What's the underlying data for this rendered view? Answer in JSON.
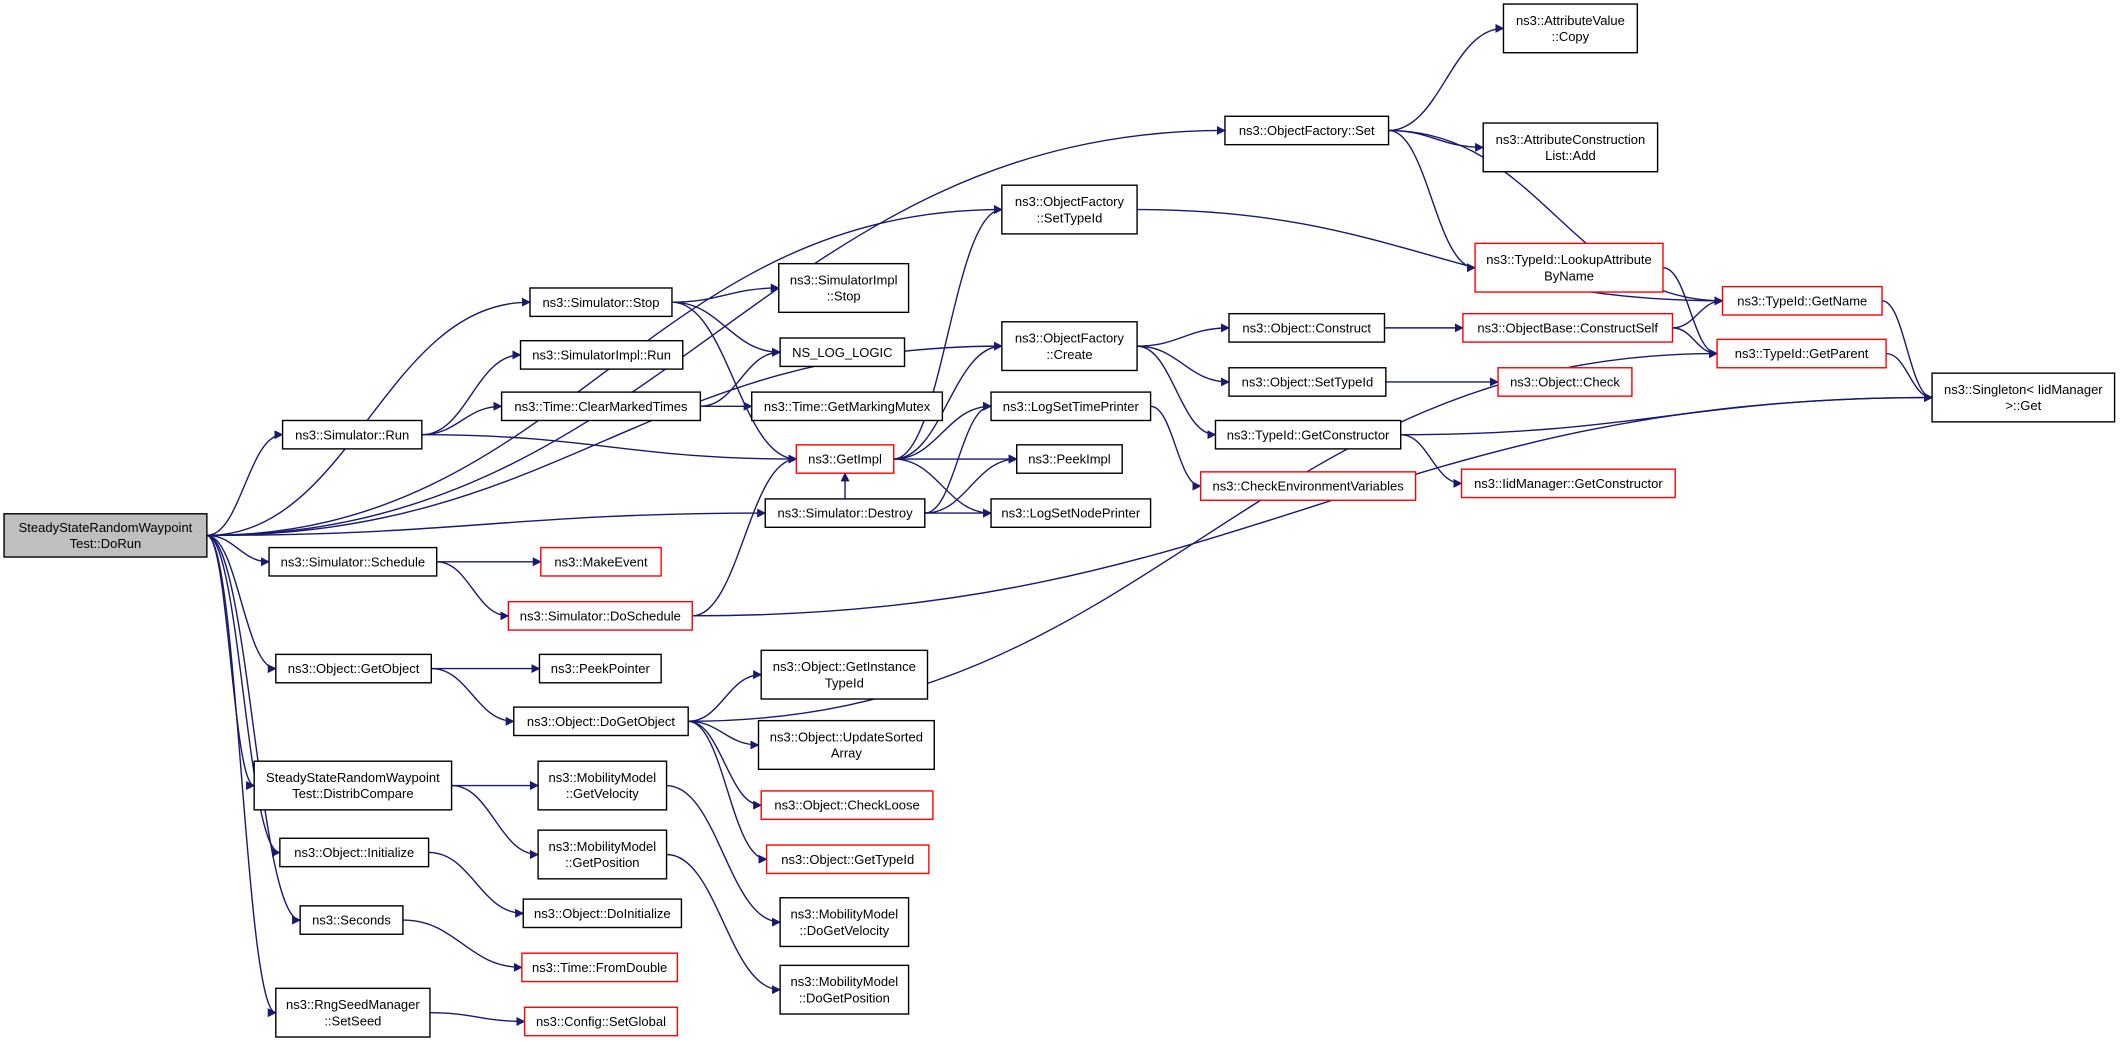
{
  "diagram": {
    "nodes": [
      {
        "id": "root",
        "lines": [
          "SteadyStateRandomWaypoint",
          "Test::DoRun"
        ],
        "style": "root"
      },
      {
        "id": "sim_schedule",
        "lines": [
          "ns3::Simulator::Schedule"
        ],
        "style": "black"
      },
      {
        "id": "make_event",
        "lines": [
          "ns3::MakeEvent"
        ],
        "style": "red"
      },
      {
        "id": "do_schedule",
        "lines": [
          "ns3::Simulator::DoSchedule"
        ],
        "style": "red"
      },
      {
        "id": "get_object",
        "lines": [
          "ns3::Object::GetObject"
        ],
        "style": "black"
      },
      {
        "id": "peek_pointer",
        "lines": [
          "ns3::PeekPointer"
        ],
        "style": "black"
      },
      {
        "id": "do_get_object",
        "lines": [
          "ns3::Object::DoGetObject"
        ],
        "style": "black"
      },
      {
        "id": "get_instance_typeid",
        "lines": [
          "ns3::Object::GetInstance",
          "TypeId"
        ],
        "style": "black"
      },
      {
        "id": "update_sorted",
        "lines": [
          "ns3::Object::UpdateSorted",
          "Array"
        ],
        "style": "black"
      },
      {
        "id": "check_loose",
        "lines": [
          "ns3::Object::CheckLoose"
        ],
        "style": "red"
      },
      {
        "id": "obj_get_typeid",
        "lines": [
          "ns3::Object::GetTypeId"
        ],
        "style": "red"
      },
      {
        "id": "distrib_compare",
        "lines": [
          "SteadyStateRandomWaypoint",
          "Test::DistribCompare"
        ],
        "style": "black"
      },
      {
        "id": "get_velocity",
        "lines": [
          "ns3::MobilityModel",
          "::GetVelocity"
        ],
        "style": "black"
      },
      {
        "id": "get_position",
        "lines": [
          "ns3::MobilityModel",
          "::GetPosition"
        ],
        "style": "black"
      },
      {
        "id": "do_get_velocity",
        "lines": [
          "ns3::MobilityModel",
          "::DoGetVelocity"
        ],
        "style": "black"
      },
      {
        "id": "do_get_position",
        "lines": [
          "ns3::MobilityModel",
          "::DoGetPosition"
        ],
        "style": "black"
      },
      {
        "id": "obj_initialize",
        "lines": [
          "ns3::Object::Initialize"
        ],
        "style": "black"
      },
      {
        "id": "obj_doinitialize",
        "lines": [
          "ns3::Object::DoInitialize"
        ],
        "style": "black"
      },
      {
        "id": "seconds",
        "lines": [
          "ns3::Seconds"
        ],
        "style": "black"
      },
      {
        "id": "from_double",
        "lines": [
          "ns3::Time::FromDouble"
        ],
        "style": "red"
      },
      {
        "id": "set_seed",
        "lines": [
          "ns3::RngSeedManager",
          "::SetSeed"
        ],
        "style": "black"
      },
      {
        "id": "config_setglobal",
        "lines": [
          "ns3::Config::SetGlobal"
        ],
        "style": "red"
      },
      {
        "id": "sim_run",
        "lines": [
          "ns3::Simulator::Run"
        ],
        "style": "black"
      },
      {
        "id": "simimpl_run",
        "lines": [
          "ns3::SimulatorImpl::Run"
        ],
        "style": "black"
      },
      {
        "id": "clear_marked",
        "lines": [
          "ns3::Time::ClearMarkedTimes"
        ],
        "style": "black"
      },
      {
        "id": "get_marking_mutex",
        "lines": [
          "ns3::Time::GetMarkingMutex"
        ],
        "style": "black"
      },
      {
        "id": "sim_stop",
        "lines": [
          "ns3::Simulator::Stop"
        ],
        "style": "black"
      },
      {
        "id": "simimpl_stop",
        "lines": [
          "ns3::SimulatorImpl",
          "::Stop"
        ],
        "style": "black"
      },
      {
        "id": "ns_log_logic",
        "lines": [
          "NS_LOG_LOGIC"
        ],
        "style": "black"
      },
      {
        "id": "get_impl",
        "lines": [
          "ns3::GetImpl"
        ],
        "style": "red"
      },
      {
        "id": "sim_destroy",
        "lines": [
          "ns3::Simulator::Destroy"
        ],
        "style": "black"
      },
      {
        "id": "log_set_time_printer",
        "lines": [
          "ns3::LogSetTimePrinter"
        ],
        "style": "black"
      },
      {
        "id": "peek_impl",
        "lines": [
          "ns3::PeekImpl"
        ],
        "style": "black"
      },
      {
        "id": "log_set_node_printer",
        "lines": [
          "ns3::LogSetNodePrinter"
        ],
        "style": "black"
      },
      {
        "id": "check_env_vars",
        "lines": [
          "ns3::CheckEnvironmentVariables"
        ],
        "style": "red"
      },
      {
        "id": "of_set_typeid",
        "lines": [
          "ns3::ObjectFactory",
          "::SetTypeId"
        ],
        "style": "black"
      },
      {
        "id": "of_create",
        "lines": [
          "ns3::ObjectFactory",
          "::Create"
        ],
        "style": "black"
      },
      {
        "id": "of_set",
        "lines": [
          "ns3::ObjectFactory::Set"
        ],
        "style": "black"
      },
      {
        "id": "attr_copy",
        "lines": [
          "ns3::AttributeValue",
          "::Copy"
        ],
        "style": "black"
      },
      {
        "id": "attr_constr_add",
        "lines": [
          "ns3::AttributeConstruction",
          "List::Add"
        ],
        "style": "black"
      },
      {
        "id": "lookup_attr",
        "lines": [
          "ns3::TypeId::LookupAttribute",
          "ByName"
        ],
        "style": "red"
      },
      {
        "id": "obj_construct",
        "lines": [
          "ns3::Object::Construct"
        ],
        "style": "black"
      },
      {
        "id": "obj_set_typeid",
        "lines": [
          "ns3::Object::SetTypeId"
        ],
        "style": "black"
      },
      {
        "id": "typeid_get_constructor",
        "lines": [
          "ns3::TypeId::GetConstructor"
        ],
        "style": "black"
      },
      {
        "id": "objbase_construct_self",
        "lines": [
          "ns3::ObjectBase::ConstructSelf"
        ],
        "style": "red"
      },
      {
        "id": "obj_check",
        "lines": [
          "ns3::Object::Check"
        ],
        "style": "red"
      },
      {
        "id": "iidmgr_get_constructor",
        "lines": [
          "ns3::IidManager::GetConstructor"
        ],
        "style": "red"
      },
      {
        "id": "typeid_get_name",
        "lines": [
          "ns3::TypeId::GetName"
        ],
        "style": "red"
      },
      {
        "id": "typeid_get_parent",
        "lines": [
          "ns3::TypeId::GetParent"
        ],
        "style": "red"
      },
      {
        "id": "singleton_get",
        "lines": [
          "ns3::Singleton< IidManager",
          "  >::Get"
        ],
        "style": "black"
      }
    ]
  }
}
